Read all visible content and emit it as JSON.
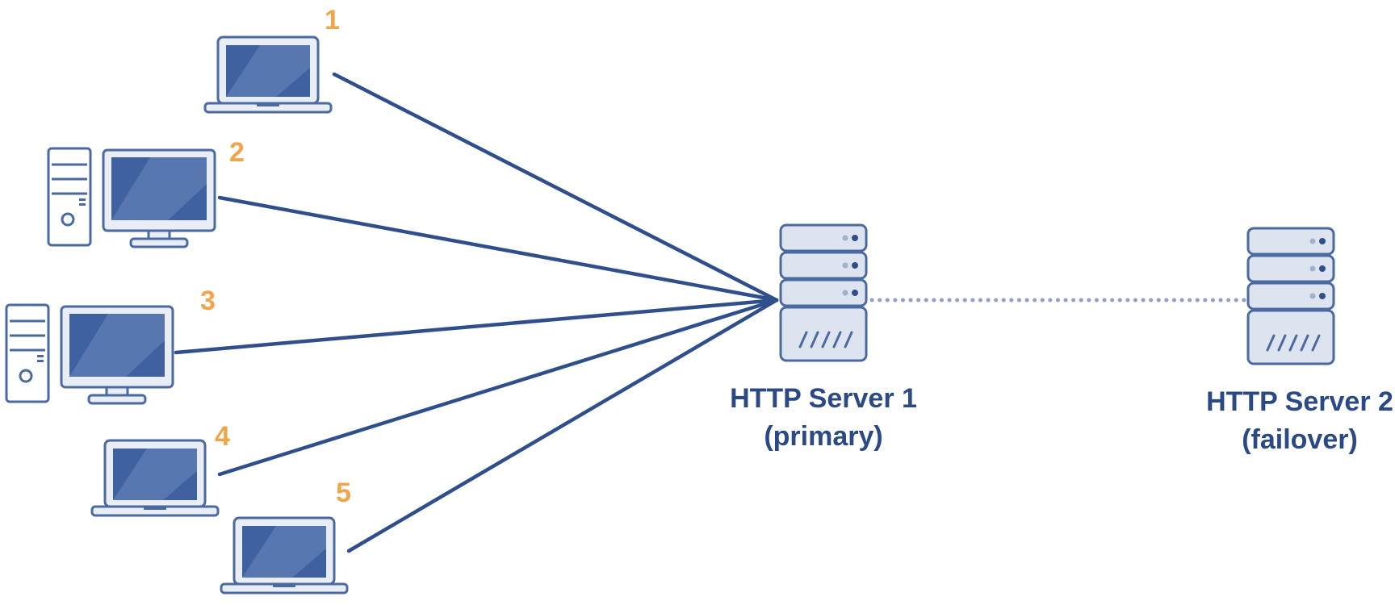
{
  "clients": [
    {
      "id": "client-1",
      "kind": "laptop",
      "number": "1"
    },
    {
      "id": "client-2",
      "kind": "desktop",
      "number": "2"
    },
    {
      "id": "client-3",
      "kind": "desktop",
      "number": "3"
    },
    {
      "id": "client-4",
      "kind": "laptop",
      "number": "4"
    },
    {
      "id": "client-5",
      "kind": "laptop",
      "number": "5"
    }
  ],
  "servers": [
    {
      "id": "server-1",
      "name": "HTTP Server 1",
      "role": "(primary)",
      "icon": "server-rack-icon"
    },
    {
      "id": "server-2",
      "name": "HTTP Server 2",
      "role": "(failover)",
      "icon": "server-rack-icon"
    }
  ],
  "links": [
    {
      "from": "client-1",
      "to": "server-1",
      "style": "solid"
    },
    {
      "from": "client-2",
      "to": "server-1",
      "style": "solid"
    },
    {
      "from": "client-3",
      "to": "server-1",
      "style": "solid"
    },
    {
      "from": "client-4",
      "to": "server-1",
      "style": "solid"
    },
    {
      "from": "client-5",
      "to": "server-1",
      "style": "solid"
    },
    {
      "from": "server-1",
      "to": "server-2",
      "style": "dotted"
    }
  ],
  "colors": {
    "link": "#2f4f8c",
    "failover_link": "#8da2c4",
    "number_labels": "#f0a54a",
    "server_labels": "#2b4a85",
    "device_screen": "#3f619f"
  }
}
